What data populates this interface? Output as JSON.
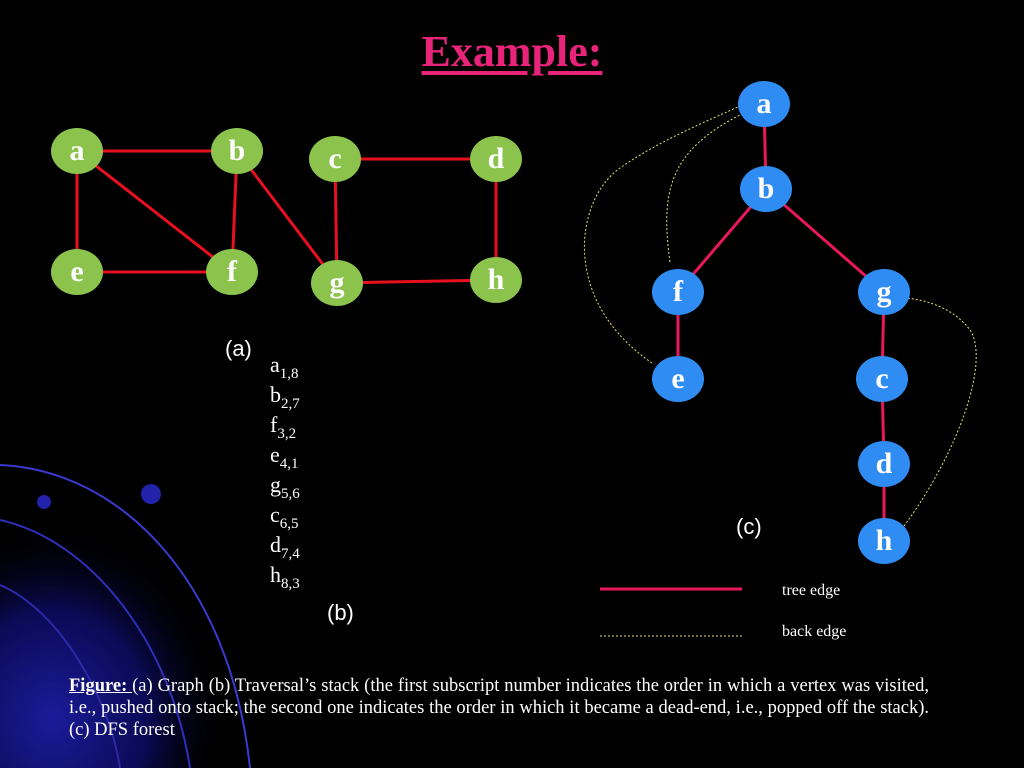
{
  "title": "Example:",
  "graph": {
    "caption": "(a)",
    "nodes": [
      "a",
      "b",
      "c",
      "d",
      "e",
      "f",
      "g",
      "h"
    ],
    "edges": [
      [
        "a",
        "b"
      ],
      [
        "a",
        "e"
      ],
      [
        "a",
        "f"
      ],
      [
        "b",
        "f"
      ],
      [
        "b",
        "g"
      ],
      [
        "e",
        "f"
      ],
      [
        "c",
        "d"
      ],
      [
        "c",
        "g"
      ],
      [
        "d",
        "h"
      ],
      [
        "g",
        "h"
      ]
    ]
  },
  "stack": {
    "caption": "(b)",
    "items": [
      {
        "v": "a",
        "sub": "1,8"
      },
      {
        "v": "b",
        "sub": "2,7"
      },
      {
        "v": "f",
        "sub": "3,2"
      },
      {
        "v": "e",
        "sub": "4,1"
      },
      {
        "v": "g",
        "sub": "5,6"
      },
      {
        "v": "c",
        "sub": "6,5"
      },
      {
        "v": "d",
        "sub": "7,4"
      },
      {
        "v": "h",
        "sub": "8,3"
      }
    ]
  },
  "forest": {
    "caption": "(c)",
    "nodes": [
      "a",
      "b",
      "f",
      "g",
      "e",
      "c",
      "d",
      "h"
    ],
    "tree_edges": [
      [
        "a",
        "b"
      ],
      [
        "b",
        "f"
      ],
      [
        "b",
        "g"
      ],
      [
        "f",
        "e"
      ],
      [
        "g",
        "c"
      ],
      [
        "c",
        "d"
      ],
      [
        "d",
        "h"
      ]
    ],
    "back_edges": [
      [
        "e",
        "a"
      ],
      [
        "f",
        "a"
      ],
      [
        "h",
        "g"
      ]
    ]
  },
  "legend": {
    "tree_edge": "tree edge",
    "back_edge": "back edge"
  },
  "figure_caption": {
    "lead": "Figure: ",
    "text": "(a) Graph (b) Traversal’s stack (the first subscript number indicates the order in which a vertex was visited, i.e., pushed onto stack; the second one indicates the order in which it became a dead-end, i.e., popped off the stack). (c) DFS forest"
  },
  "colors": {
    "background": "#000000",
    "title": "#e8237a",
    "graph_node": "#8cc34d",
    "graph_edge": "#e8101e",
    "tree_node": "#2f8cf3",
    "tree_edge": "#e8185a",
    "back_edge": "#e6e070"
  }
}
